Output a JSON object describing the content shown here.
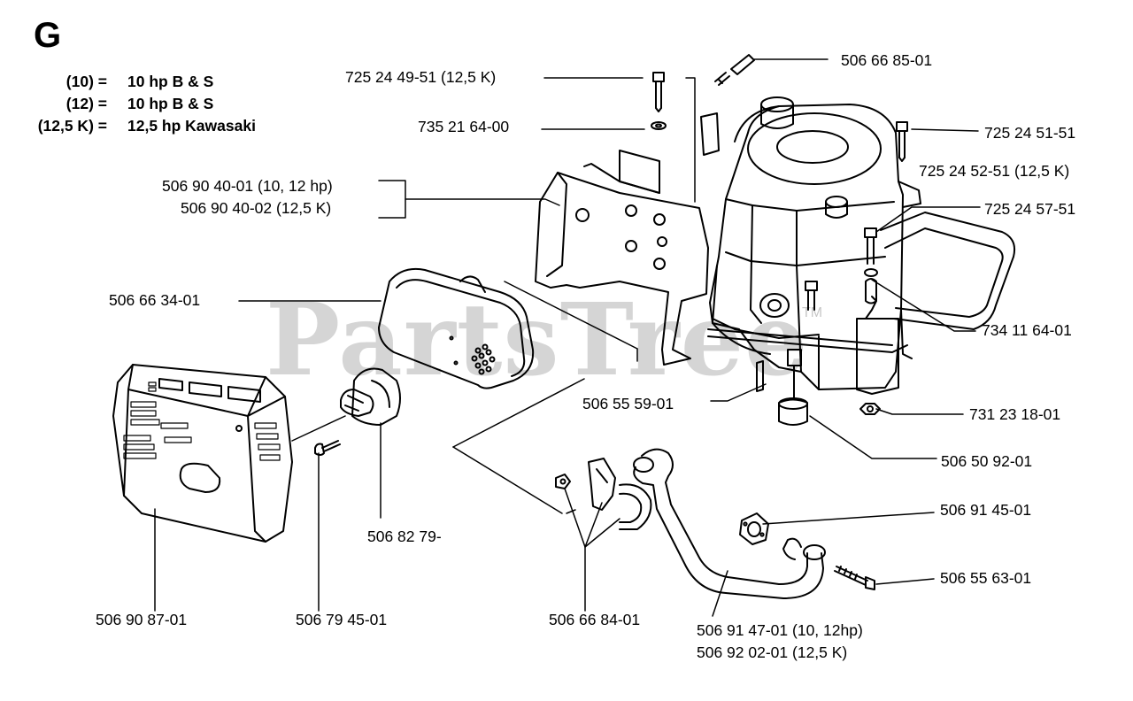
{
  "section": "G",
  "legend": [
    {
      "key": "(10) =",
      "value": "10 hp B & S"
    },
    {
      "key": "(12) =",
      "value": "10 hp B & S"
    },
    {
      "key": "(12,5 K) =",
      "value": "12,5 hp Kawasaki"
    }
  ],
  "watermark": "PartsTree",
  "watermark_tm": "TM",
  "parts": {
    "bolt_top_left": "725 24 49-51 (12,5 K)",
    "washer_top": "735 21 64-00",
    "bolt_top_mid": "506 66 85-01",
    "bolt_right_1": "725 24 51-51",
    "bolt_right_2": "725 24 52-51 (12,5 K)",
    "bolt_right_3": "725 24 57-51",
    "bracket_1": "506 90 40-01 (10, 12 hp)",
    "bracket_2": "506 90 40-02 (12,5 K)",
    "muffler": "506 66 34-01",
    "washer_right": "734 11 64-01",
    "pin": "506 55 59-01",
    "nut": "731 23 18-01",
    "spacer": "506 50 92-01",
    "gasket": "506 91 45-01",
    "screw_right": "506 55 63-01",
    "deflector": "506 82 79-",
    "cover": "506 90 87-01",
    "screw_cover": "506 79 45-01",
    "clamp": "506 66 84-01",
    "pipe_1": "506 91 47-01 (10, 12hp)",
    "pipe_2": "506 92 02-01 (12,5 K)"
  }
}
